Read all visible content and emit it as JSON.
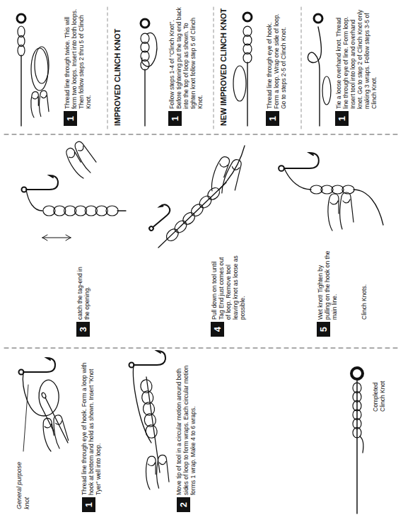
{
  "diagram": {
    "nodes": [
      {
        "text": [
          "1"
        ]
      },
      {
        "text": [
          "2"
        ]
      },
      {
        "text": [
          "3"
        ]
      },
      {
        "text": [
          "4"
        ]
      },
      {
        "text": [
          "5"
        ]
      },
      {
        "text": [
          "1"
        ]
      },
      {
        "text": [
          "1"
        ]
      },
      {
        "text": [
          "1"
        ]
      },
      {
        "text": [
          "1"
        ]
      }
    ],
    "labels": [
      "General purpose knot",
      "Thread line through eye of hook. Form a loop with hook at bottom and hold as shown. Insert \"Knot Tyer\" well into loop.",
      "Move tip of tool in a circular motion around both sides of loop to form wraps. Each circular motion forms 1 wrap. Make 4 to 6 wraps.",
      "catch the tag-end in the opening.",
      "Pull down on tool until Tag End just comes out of loop. Remove tool leaving knot as loose as possible.",
      "Wet knot! Tighten by pulling on the hook on the main line.",
      "Clinch Knots.",
      "Completed Clinch Knot",
      "Thread line through twice. This will form two loops. Insert into both loops. Then follow steps 2 thru 5 of Clinch Knot.",
      "IMPROVED CLINCH KNOT",
      "Follow steps 1-4 of \"Clinch Knot\". Before tightening put the tag end back into the top of loop as shown. To tighten knot follow step 5 of Clinch Knot.",
      "NEW IMPROVED CLINCH KNOT",
      "Thread line through eye of hook. Form a loop. Wrap one side of loop. Go to steps 2-5 of Clinch Knot.",
      "Tie a loose overhand knot. Thread line through eye of line. Form loop. Insert tool into loop and overhand knot. Go to step 2 of Clinch Knot only making 3 wraps. Follow steps 3-5 of Clinch Knot."
    ]
  }
}
